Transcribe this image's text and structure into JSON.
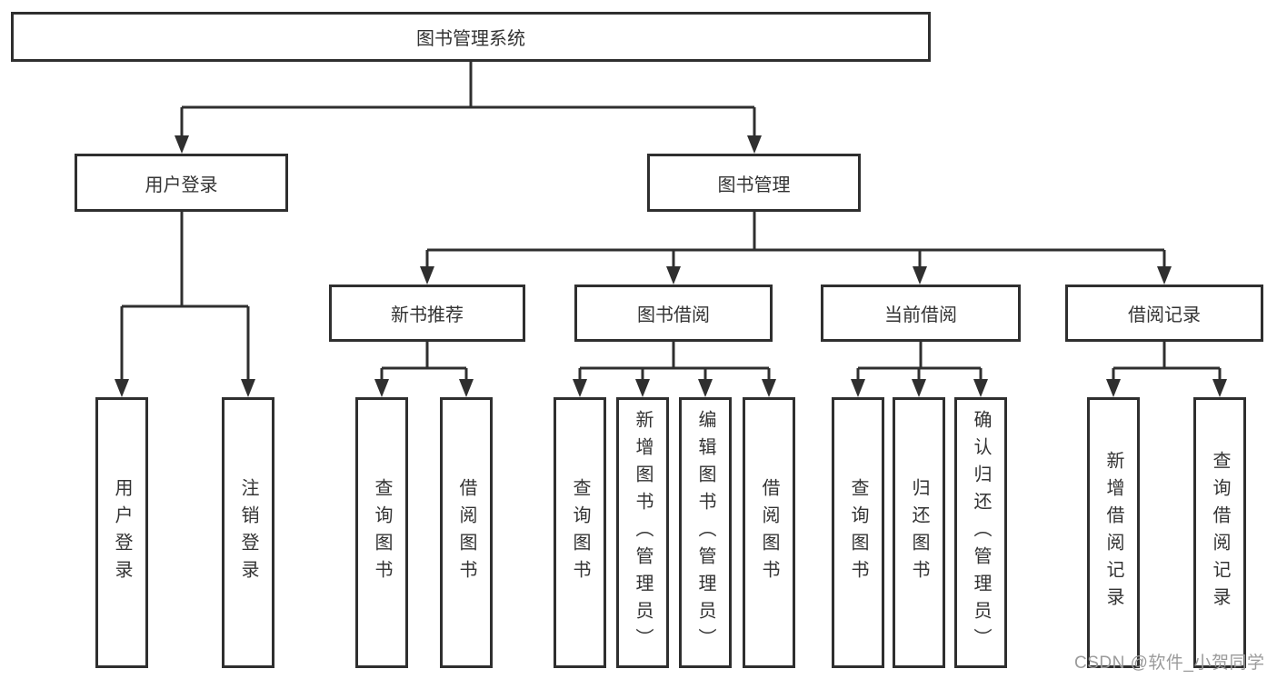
{
  "diagram": {
    "root": {
      "label": "图书管理系统"
    },
    "branches": [
      {
        "label": "用户登录"
      },
      {
        "label": "图书管理"
      }
    ],
    "modules": [
      {
        "label": "新书推荐"
      },
      {
        "label": "图书借阅"
      },
      {
        "label": "当前借阅"
      },
      {
        "label": "借阅记录"
      }
    ],
    "functions": [
      {
        "label": "用户登录"
      },
      {
        "label": "注销登录"
      },
      {
        "label": "查询图书"
      },
      {
        "label": "借阅图书"
      },
      {
        "label": "查询图书"
      },
      {
        "label": "新增图书（管理员）"
      },
      {
        "label": "编辑图书（管理员）"
      },
      {
        "label": "借阅图书"
      },
      {
        "label": "查询图书"
      },
      {
        "label": "归还图书"
      },
      {
        "label": "确认归还（管理员）"
      },
      {
        "label": "新增借阅记录"
      },
      {
        "label": "查询借阅记录"
      }
    ],
    "colors": {
      "line": "#2f2f2f",
      "text": "#333333",
      "background": "#ffffff"
    }
  },
  "watermark": {
    "text": "CSDN @软件_小贺同学",
    "color": "#9b9b9b"
  }
}
